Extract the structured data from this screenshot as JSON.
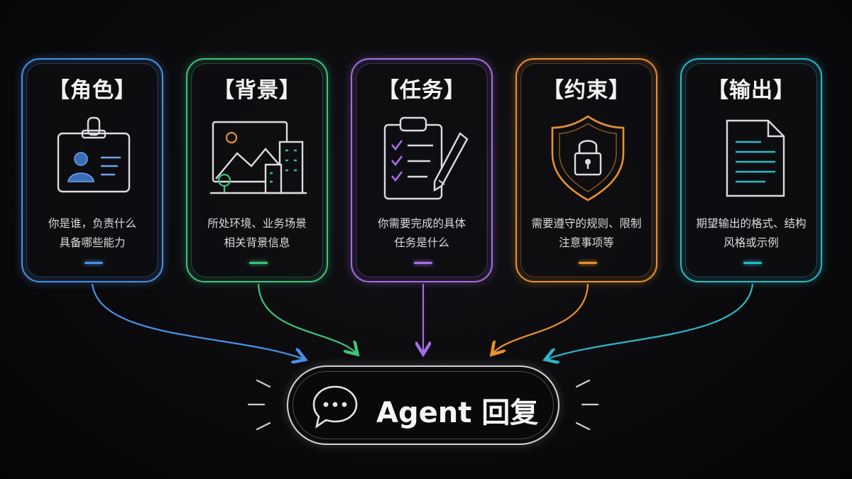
{
  "cards": [
    {
      "title": "【角色】",
      "lines": [
        "你是谁，负责什么",
        "具备哪些能力"
      ],
      "color": "#4a90e8",
      "icon": "id-badge-icon"
    },
    {
      "title": "【背景】",
      "lines": [
        "所处环境、业务场景",
        "相关背景信息"
      ],
      "color": "#3fc47a",
      "icon": "landscape-buildings-icon"
    },
    {
      "title": "【任务】",
      "lines": [
        "你需要完成的具体",
        "任务是什么"
      ],
      "color": "#a66ee6",
      "icon": "clipboard-checklist-icon"
    },
    {
      "title": "【约束】",
      "lines": [
        "需要遵守的规则、限制",
        "注意事项等"
      ],
      "color": "#e8912e",
      "icon": "shield-lock-icon"
    },
    {
      "title": "【输出】",
      "lines": [
        "期望输出的格式、结构",
        "风格或示例"
      ],
      "color": "#2bb8c8",
      "icon": "document-icon"
    }
  ],
  "result": {
    "label": "Agent 回复",
    "icon": "chat-bubble-icon",
    "color": "#d4d4d8"
  }
}
